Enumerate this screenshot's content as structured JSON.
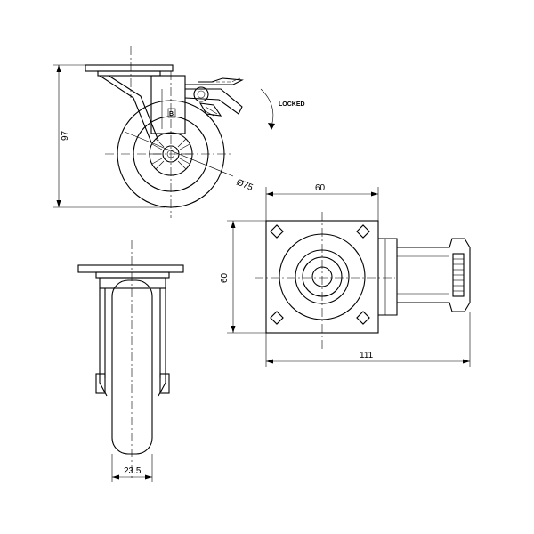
{
  "dimensions": {
    "height": "97",
    "wheel_diameter": "Ø75",
    "plate_width": "60",
    "plate_height": "60",
    "total_length": "111",
    "wheel_width": "23.5"
  },
  "annotations": {
    "locked": "LOCKED",
    "brake_mark": "B"
  }
}
